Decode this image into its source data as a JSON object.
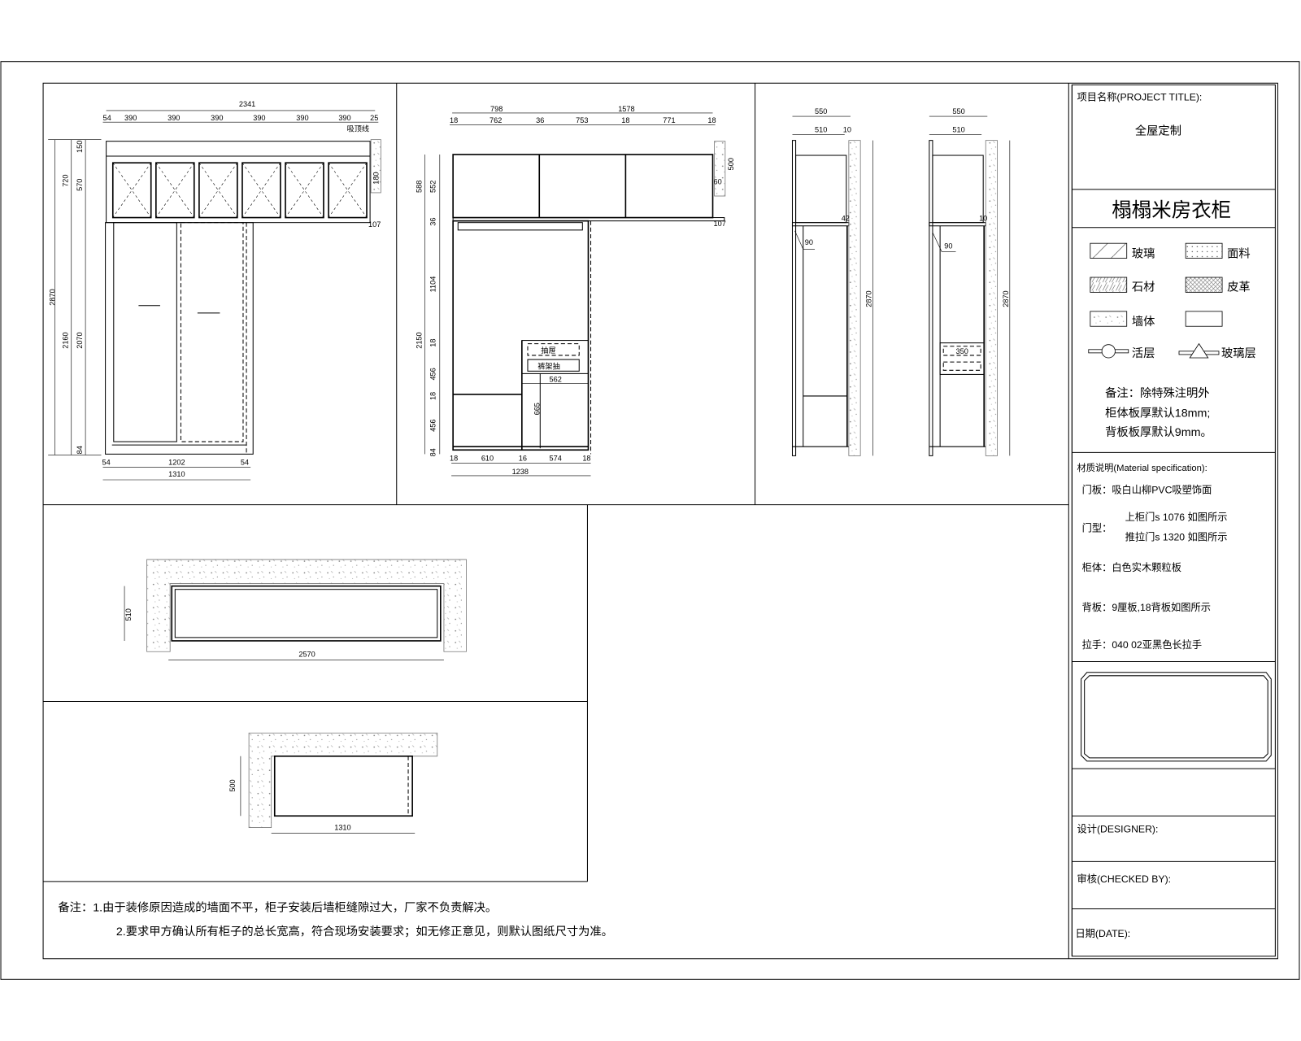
{
  "front_elevation": {
    "dims_top": [
      "2341"
    ],
    "dims_row": [
      "54",
      "390",
      "390",
      "390",
      "390",
      "390",
      "390",
      "25"
    ],
    "dims_left": [
      "2870",
      "720",
      "570",
      "150",
      "2160",
      "2070",
      "84"
    ],
    "dims_bottom": [
      "54",
      "1202",
      "54",
      "1310"
    ],
    "notes": [
      "吸顶线",
      "180",
      "107"
    ]
  },
  "interior_elevation": {
    "dims_top": [
      "798",
      "1578"
    ],
    "dims_row": [
      "18",
      "762",
      "36",
      "753",
      "18",
      "771",
      "18"
    ],
    "dims_left": [
      "588",
      "552",
      "36",
      "1104",
      "2150",
      "18",
      "456",
      "18",
      "456",
      "84"
    ],
    "dims_bottom": [
      "18",
      "610",
      "16",
      "574",
      "18",
      "1238"
    ],
    "notes": [
      "500",
      "60",
      "107",
      "562",
      "665"
    ],
    "drawer_labels": [
      "抽屉",
      "裤架抽"
    ]
  },
  "side_view_a": {
    "dims": [
      "550",
      "510",
      "10",
      "2870",
      "90",
      "42"
    ]
  },
  "side_view_b": {
    "dims": [
      "550",
      "510",
      "2870",
      "90",
      "10",
      "350"
    ]
  },
  "plan_a": {
    "dims": [
      "2570",
      "510"
    ]
  },
  "plan_b": {
    "dims": [
      "1310",
      "500"
    ]
  },
  "title_block": {
    "project_title_label": "项目名称(PROJECT TITLE):",
    "project_name": "全屋定制",
    "drawing_title": "榻榻米房衣柜",
    "legend": [
      {
        "label": "玻璃",
        "pattern": "diagonal"
      },
      {
        "label": "面料",
        "pattern": "dots"
      },
      {
        "label": "石材",
        "pattern": "stone"
      },
      {
        "label": "皮革",
        "pattern": "crosshatch"
      },
      {
        "label": "墙体",
        "pattern": "wall"
      },
      {
        "label": "",
        "pattern": "blank"
      },
      {
        "label": "活层",
        "symbol": "circle-line"
      },
      {
        "label": "玻璃层",
        "symbol": "triangle-line"
      }
    ],
    "notes": [
      "备注：除特殊注明外",
      "柜体板厚默认18mm;",
      "背板板厚默认9mm。"
    ],
    "material_heading": "材质说明(Material specification):",
    "materials": {
      "door_panel": "门板：吸白山柳PVC吸塑饰面",
      "door_type_label": "门型：",
      "door_type_lines": [
        "上柜门s 1076 如图所示",
        "推拉门s 1320 如图所示"
      ],
      "carcass": "柜体：白色实木颗粒板",
      "back_panel": "背板：9厘板,18背板如图所示",
      "handle": "拉手：040 02亚黑色长拉手"
    },
    "designer_label": "设计(DESIGNER):",
    "checked_label": "审核(CHECKED BY):",
    "date_label": "日期(DATE):"
  },
  "footnotes": [
    "备注：1.由于装修原因造成的墙面不平，柜子安装后墙柜缝隙过大，厂家不负责解决。",
    "2.要求甲方确认所有柜子的总长宽高，符合现场安装要求；如无修正意见，则默认图纸尺寸为准。"
  ]
}
